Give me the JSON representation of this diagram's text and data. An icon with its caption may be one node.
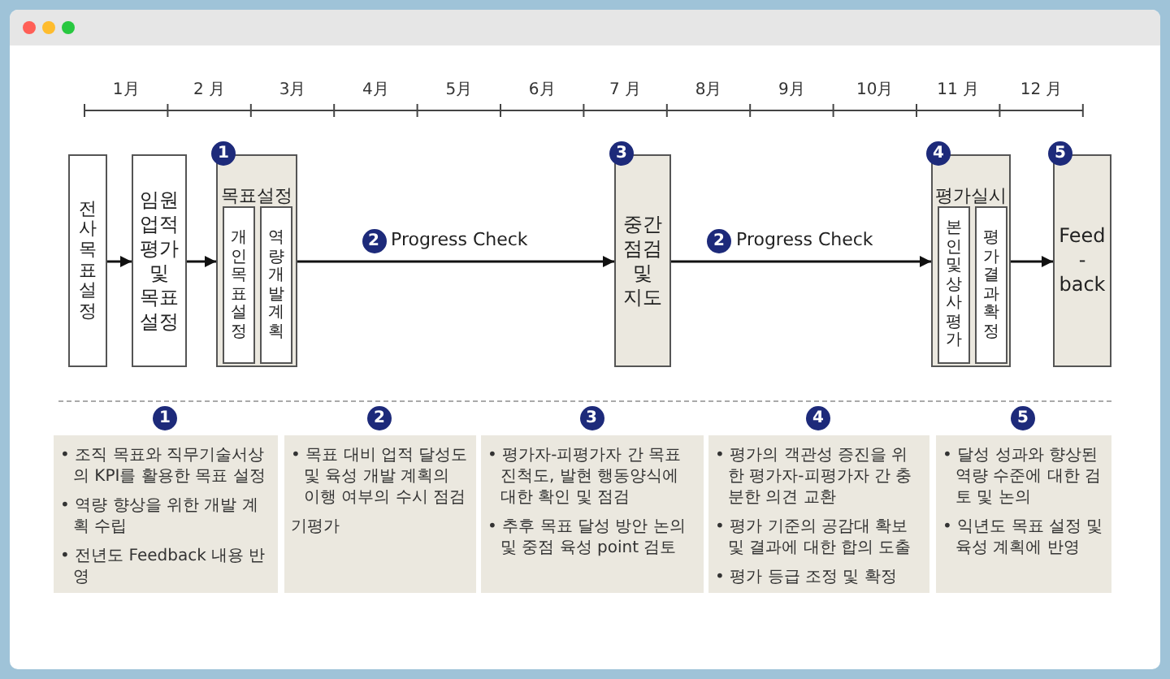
{
  "diagram": {
    "nodes": [
      {
        "text": [
          "전사 목표 설정"
        ]
      },
      {
        "text": [
          "임원 업적 평가 및 목표 설정"
        ]
      },
      {
        "text": [
          "목표설정"
        ],
        "beside": [
          "1"
        ]
      },
      {
        "text": [
          "개인목표설정"
        ],
        "in": 2
      },
      {
        "text": [
          "역량개발계획"
        ],
        "in": 2
      },
      {
        "text": [
          "중간 점검 및 지도"
        ],
        "beside": [
          "3"
        ]
      },
      {
        "text": [
          "평가실시"
        ],
        "beside": [
          "4"
        ]
      },
      {
        "text": [
          "본인 및 상사평가"
        ],
        "in": 6
      },
      {
        "text": [
          "평가결과 확정"
        ],
        "in": 6
      },
      {
        "text": [
          "Feed -back"
        ],
        "beside": [
          "5"
        ]
      },
      {
        "text": [
          "• 조직 목표와 직무기술서상의 KPI를 활용한 목표 설정",
          "• 역량 향상을 위한 개발 계획 수립",
          "• 전년도 Feedback 내용 반영"
        ],
        "beside": [
          "1"
        ]
      },
      {
        "text": [
          "• 목표 대비 업적 달성도 및 육성 개발 계획의 이행 여부의 수시 점검",
          "기평가"
        ],
        "beside": [
          "2"
        ]
      },
      {
        "text": [
          "• 평가자-피평가자 간 목표 진척도, 발현 행동양식에 대한 확인 및 점검",
          "• 추후 목표 달성 방안 논의 및 중점 육성 point 검토"
        ],
        "beside": [
          "3"
        ]
      },
      {
        "text": [
          "• 평가의 객관성 증진을 위한 평가자-피평가자 간 충분한 의견 교환",
          "• 평가 기준의 공감대 확보 및 결과에 대한 합의 도출",
          "• 평가 등급 조정 및 확정"
        ],
        "beside": [
          "4"
        ]
      },
      {
        "text": [
          "• 달성 성과와 향상된 역량 수준에 대한 검토 및 논의",
          "• 익년도 목표 설정 및 육성 계획에 반영"
        ],
        "beside": [
          "5"
        ]
      }
    ],
    "edges": [
      {
        "from": 0,
        "to": 1,
        "arrow": "to"
      },
      {
        "from": 1,
        "to": 2,
        "arrow": "to"
      },
      {
        "from": 2,
        "to": 5,
        "arrow": "to",
        "label": "Progress Check"
      },
      {
        "from": 5,
        "to": 6,
        "arrow": "to",
        "label": "Progress Check"
      },
      {
        "from": 6,
        "to": 9,
        "arrow": "to"
      }
    ],
    "labels": [
      "1月",
      "2 月",
      "3月",
      "4月",
      "5月",
      "6月",
      "7 月",
      "8月",
      "9月",
      "10月",
      "11 月",
      "12 月",
      "2",
      "2"
    ]
  }
}
